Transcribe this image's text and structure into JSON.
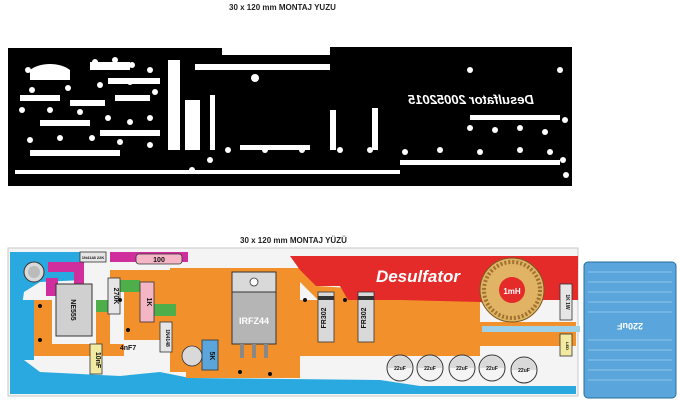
{
  "titles": {
    "solder_side": "30 x 120 mm MONTAJ YUZU",
    "component_side": "30 x 120 mm MONTAJ YÜZÜ"
  },
  "solder_side": {
    "mirrored_text": "Desulfator 20052015"
  },
  "component_side": {
    "brand": "Desulfator",
    "components": {
      "ic": "NE555",
      "resistor_top": "1N4148 22K",
      "resistor_100": "100",
      "resistor_270k": "270K",
      "resistor_1k": "1K",
      "cap_4n7": "4nF7",
      "cap_10n": "10nF",
      "diode_1n4148": "1N4148",
      "res_5k": "5K",
      "mosfet": "IRFZ44",
      "fr302_a": "FR302",
      "fr302_b": "FR302",
      "inductor": "1mH",
      "res_1k_right": "1K 1W",
      "cap_big": "220uF",
      "led": "LED",
      "cap_22u": "22uF"
    }
  },
  "colors": {
    "copper_black": "#000000",
    "board_bg": "#f4f4f4",
    "gnd_blue": "#29a9e0",
    "orange": "#f2912b",
    "red": "#e52a2a",
    "magenta": "#d12e9d",
    "green": "#4dae4a",
    "cap_blue": "#5aa6dc"
  }
}
